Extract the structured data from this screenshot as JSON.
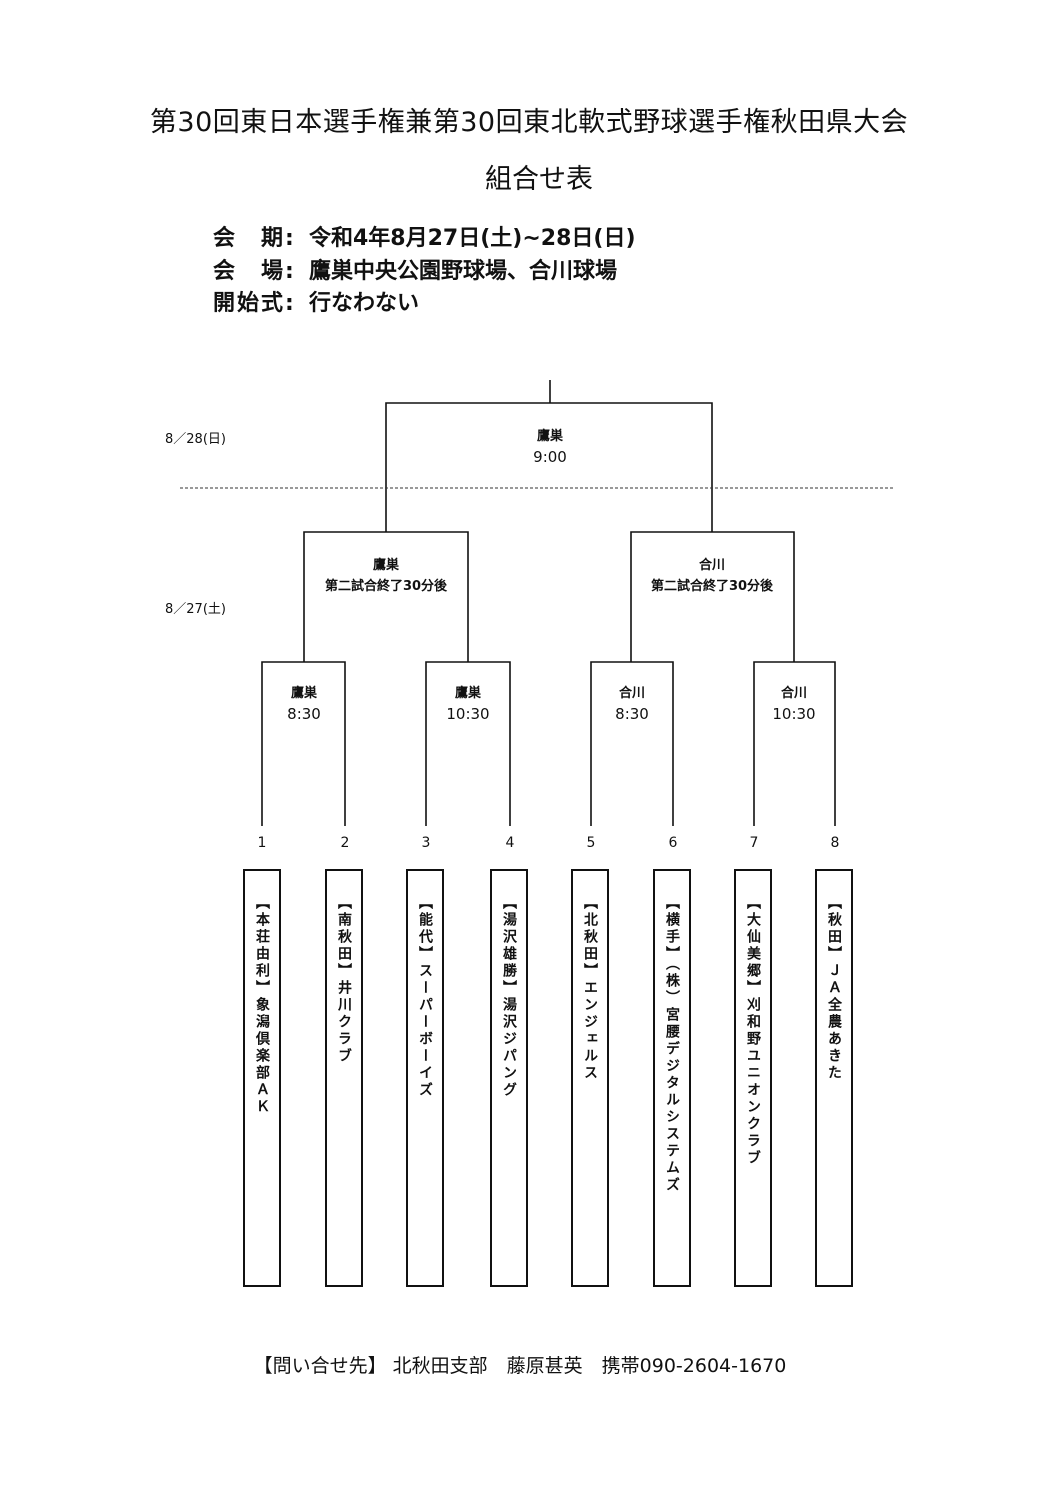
{
  "header": {
    "title": "第30回東日本選手権兼第30回東北軟式野球選手権秋田県大会",
    "subtitle": "組合せ表"
  },
  "info": [
    {
      "label": "会　期:",
      "value": "令和4年8月27日(土)~28日(日)"
    },
    {
      "label": "会　場:",
      "value": "鷹巣中央公園野球場、合川球場"
    },
    {
      "label": "開始式:",
      "value": "行なわない"
    }
  ],
  "dates": {
    "day2": "8／28(日)",
    "day1": "8／27(土)"
  },
  "final": {
    "venue": "鷹巣",
    "time": "9:00"
  },
  "semifinals": [
    {
      "venue": "鷹巣",
      "time": "第二試合終了30分後"
    },
    {
      "venue": "合川",
      "time": "第二試合終了30分後"
    }
  ],
  "first_round": [
    {
      "venue": "鷹巣",
      "time": "8:30"
    },
    {
      "venue": "鷹巣",
      "time": "10:30"
    },
    {
      "venue": "合川",
      "time": "8:30"
    },
    {
      "venue": "合川",
      "time": "10:30"
    }
  ],
  "teams": [
    {
      "seed": "1",
      "name": "【本荘由利】象潟倶楽部ＡＫ"
    },
    {
      "seed": "2",
      "name": "【南秋田】井川クラブ"
    },
    {
      "seed": "3",
      "name": "【能代】スーパーボーイズ"
    },
    {
      "seed": "4",
      "name": "【湯沢雄勝】湯沢ジパング"
    },
    {
      "seed": "5",
      "name": "【北秋田】エンジェルス"
    },
    {
      "seed": "6",
      "name": "【横手】（株）宮腰デジタルシステムズ"
    },
    {
      "seed": "7",
      "name": "【大仙美郷】刈和野ユニオンクラブ"
    },
    {
      "seed": "8",
      "name": "【秋田】ＪＡ全農あきた"
    }
  ],
  "footer": {
    "contact": "【問い合せ先】 北秋田支部　藤原甚英　携帯090-2604-1670"
  }
}
